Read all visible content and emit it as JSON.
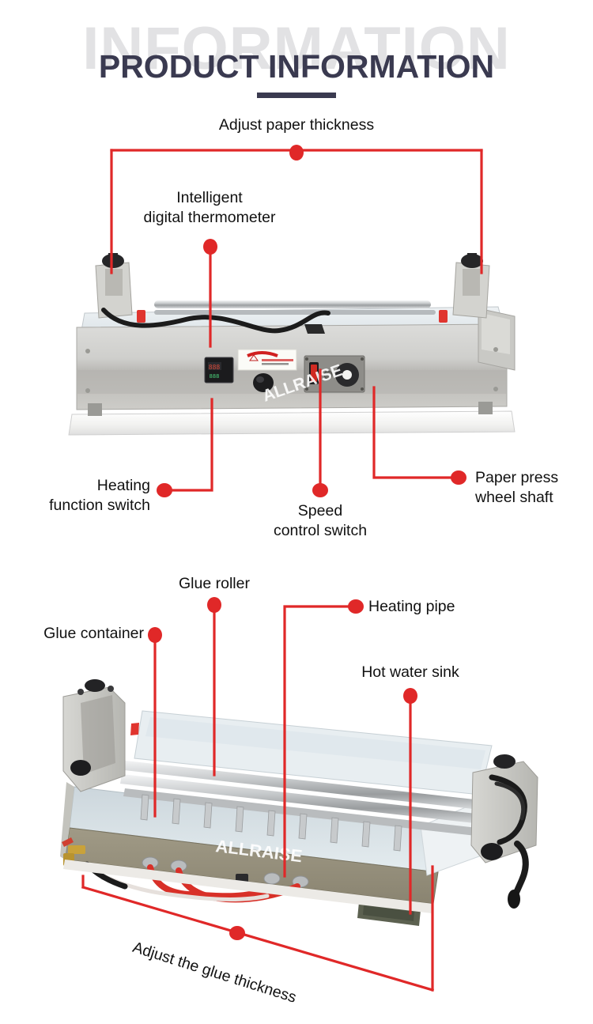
{
  "header": {
    "watermark": "INFORMATION",
    "title": "PRODUCT INFORMATION",
    "title_color": "#3a3a50",
    "watermark_color": "#e2e2e4"
  },
  "theme": {
    "callout_red": "#e02828",
    "background": "#ffffff",
    "text_color": "#111111"
  },
  "brand_watermark": "ALLRAISE",
  "diagram_top": {
    "name": "gluing-machine-front-view",
    "callouts": [
      {
        "id": "adjust-paper-thickness",
        "label": "Adjust paper thickness",
        "connector": "bracket-down-both"
      },
      {
        "id": "intelligent-digital-thermometer",
        "label_line1": "Intelligent",
        "label_line2": "digital thermometer",
        "connector": "vertical"
      },
      {
        "id": "heating-function-switch",
        "label_line1": "Heating",
        "label_line2": "function switch",
        "connector": "elbow-right-up"
      },
      {
        "id": "speed-control-switch",
        "label_line1": "Speed",
        "label_line2": "control switch",
        "connector": "vertical"
      },
      {
        "id": "paper-press-wheel-shaft",
        "label_line1": "Paper press",
        "label_line2": "wheel shaft",
        "connector": "elbow-left-up"
      }
    ]
  },
  "diagram_bottom": {
    "name": "gluing-machine-angled-view",
    "callouts": [
      {
        "id": "glue-container",
        "label": "Glue container",
        "connector": "vertical"
      },
      {
        "id": "glue-roller",
        "label": "Glue roller",
        "connector": "vertical"
      },
      {
        "id": "heating-pipe",
        "label": "Heating pipe",
        "connector": "elbow-left-down"
      },
      {
        "id": "hot-water-sink",
        "label": "Hot water sink",
        "connector": "vertical"
      },
      {
        "id": "adjust-the-glue-thickness",
        "label": "Adjust the glue thickness",
        "connector": "diagonal-bracket"
      }
    ]
  }
}
